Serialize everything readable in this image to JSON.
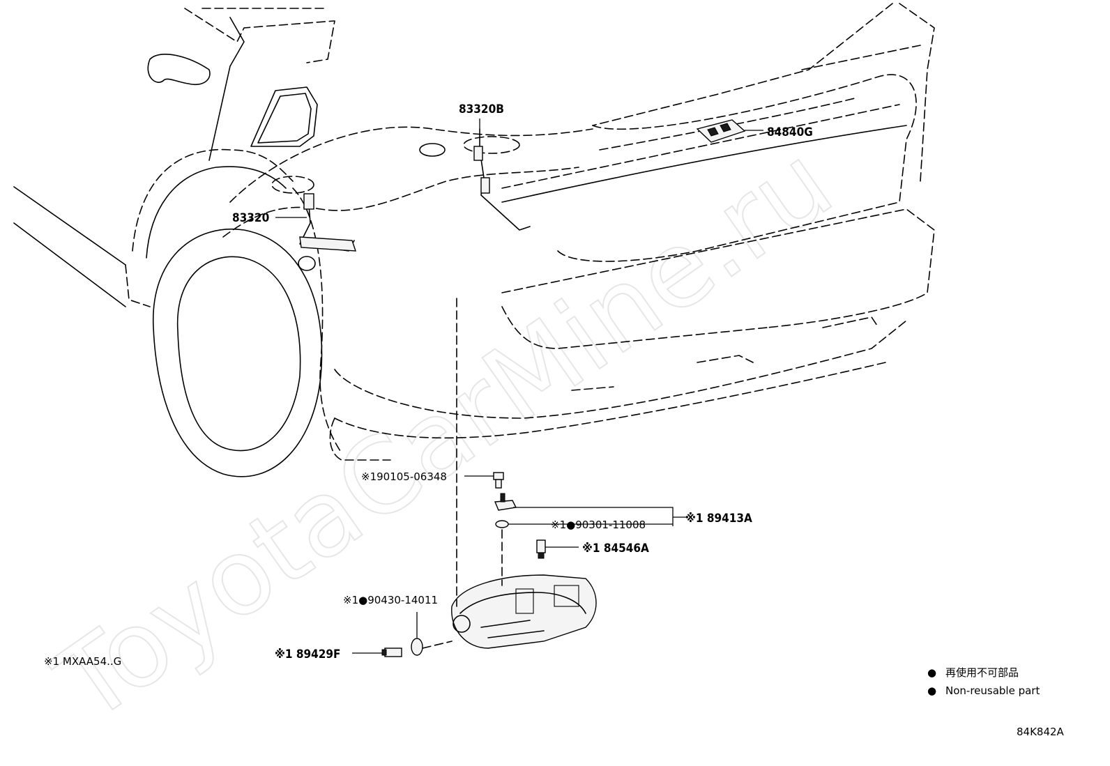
{
  "watermark": "ToyotaCarMine.ru",
  "diagram_code": "84K842A",
  "applicability_note": "※1 MXAA54..G",
  "legend": {
    "symbol": "●",
    "items": [
      {
        "text": "再使用不可部品"
      },
      {
        "text": "Non-reusable part"
      }
    ]
  },
  "callouts": [
    {
      "id": "83320B",
      "text": "83320B"
    },
    {
      "id": "84840G",
      "text": "84840G"
    },
    {
      "id": "83320",
      "text": "83320"
    },
    {
      "id": "90105-06348",
      "text": "※190105-06348"
    },
    {
      "id": "89413A",
      "text": "※1 89413A"
    },
    {
      "id": "90301-11008",
      "text": "※1●90301-11008"
    },
    {
      "id": "84546A",
      "text": "※1 84546A"
    },
    {
      "id": "90430-14011",
      "text": "※1●90430-14011"
    },
    {
      "id": "89429F",
      "text": "※1 89429F"
    }
  ]
}
